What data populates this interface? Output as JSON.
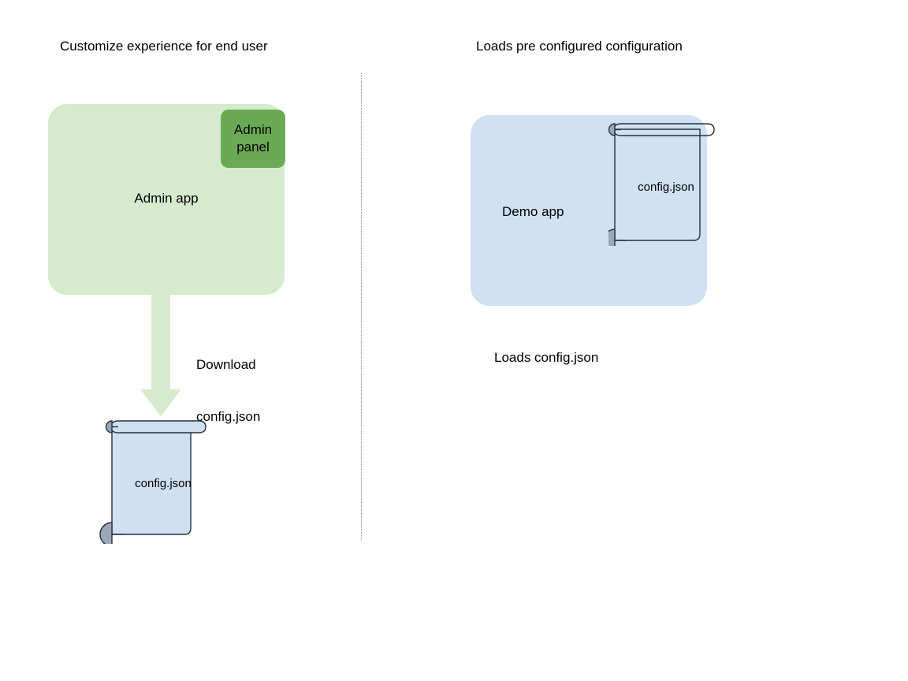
{
  "diagram": {
    "background": "#ffffff",
    "colors": {
      "admin_app_fill": "#d6ebce",
      "admin_panel_fill": "#6aaa55",
      "demo_app_fill": "#d0e1f4",
      "scroll_fill": "#cfe0f3",
      "scroll_stroke": "#28303e",
      "scroll_curl_fill": "#9aa7b8",
      "arrow_fill": "#d6ebce",
      "divider_color": "#8c8c8c",
      "text_color": "#000000"
    },
    "left_column": {
      "title": "Customize experience for end user",
      "app": {
        "label": "Admin app",
        "panel_label_line1": "Admin",
        "panel_label_line2": "panel"
      },
      "arrow": {
        "caption_line1": "Download",
        "caption_line2": "config.json",
        "direction": "down"
      },
      "document": {
        "label": "config.json",
        "shape": "scroll"
      }
    },
    "right_column": {
      "title": "Loads pre configured configuration",
      "app": {
        "label": "Demo app"
      },
      "document": {
        "label": "config.json",
        "shape": "scroll"
      },
      "caption": "Loads config.json"
    }
  }
}
